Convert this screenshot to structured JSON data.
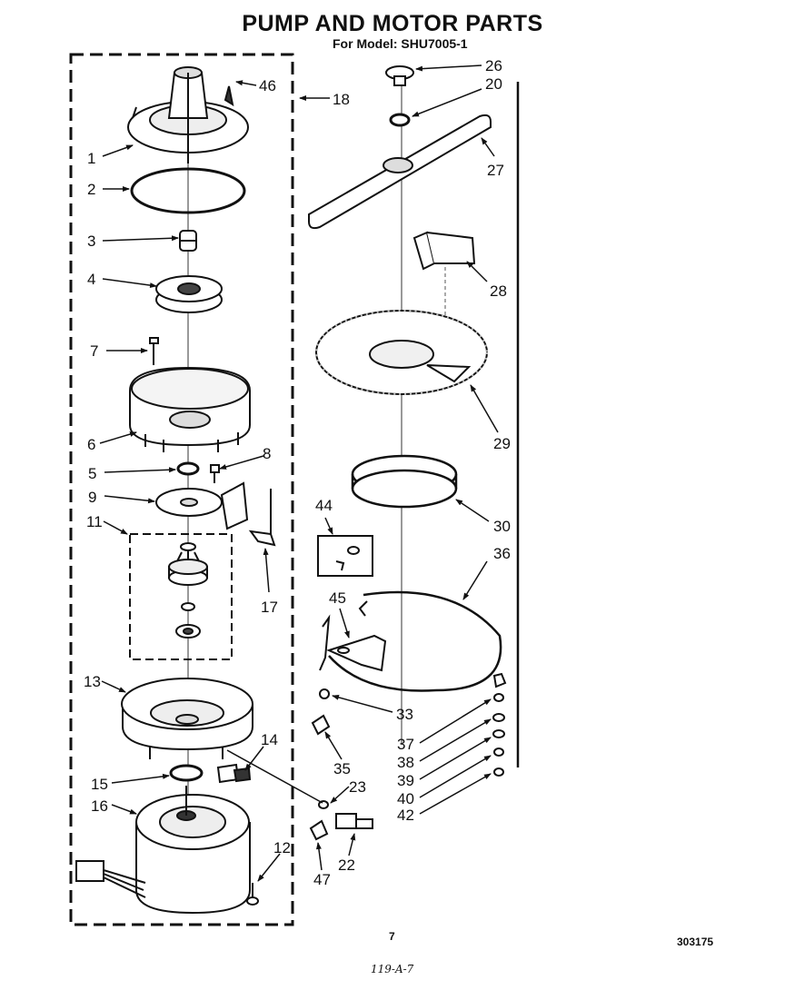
{
  "header": {
    "title": "PUMP AND MOTOR PARTS",
    "subtitle": "For Model: SHU7005-1"
  },
  "footer": {
    "page_number": "7",
    "doc_code": "303175",
    "handwritten_note": "119-A-7"
  },
  "callouts": {
    "c1": "1",
    "c2": "2",
    "c3": "3",
    "c4": "4",
    "c5": "5",
    "c6": "6",
    "c7": "7",
    "c8": "8",
    "c9": "9",
    "c11": "11",
    "c12": "12",
    "c13": "13",
    "c14": "14",
    "c15": "15",
    "c16": "16",
    "c17": "17",
    "c18": "18",
    "c20": "20",
    "c22": "22",
    "c23": "23",
    "c26": "26",
    "c27": "27",
    "c28": "28",
    "c29": "29",
    "c30": "30",
    "c33": "33",
    "c35": "35",
    "c36": "36",
    "c37": "37",
    "c38": "38",
    "c39": "39",
    "c40": "40",
    "c42": "42",
    "c44": "44",
    "c45": "45",
    "c46": "46",
    "c47": "47"
  }
}
